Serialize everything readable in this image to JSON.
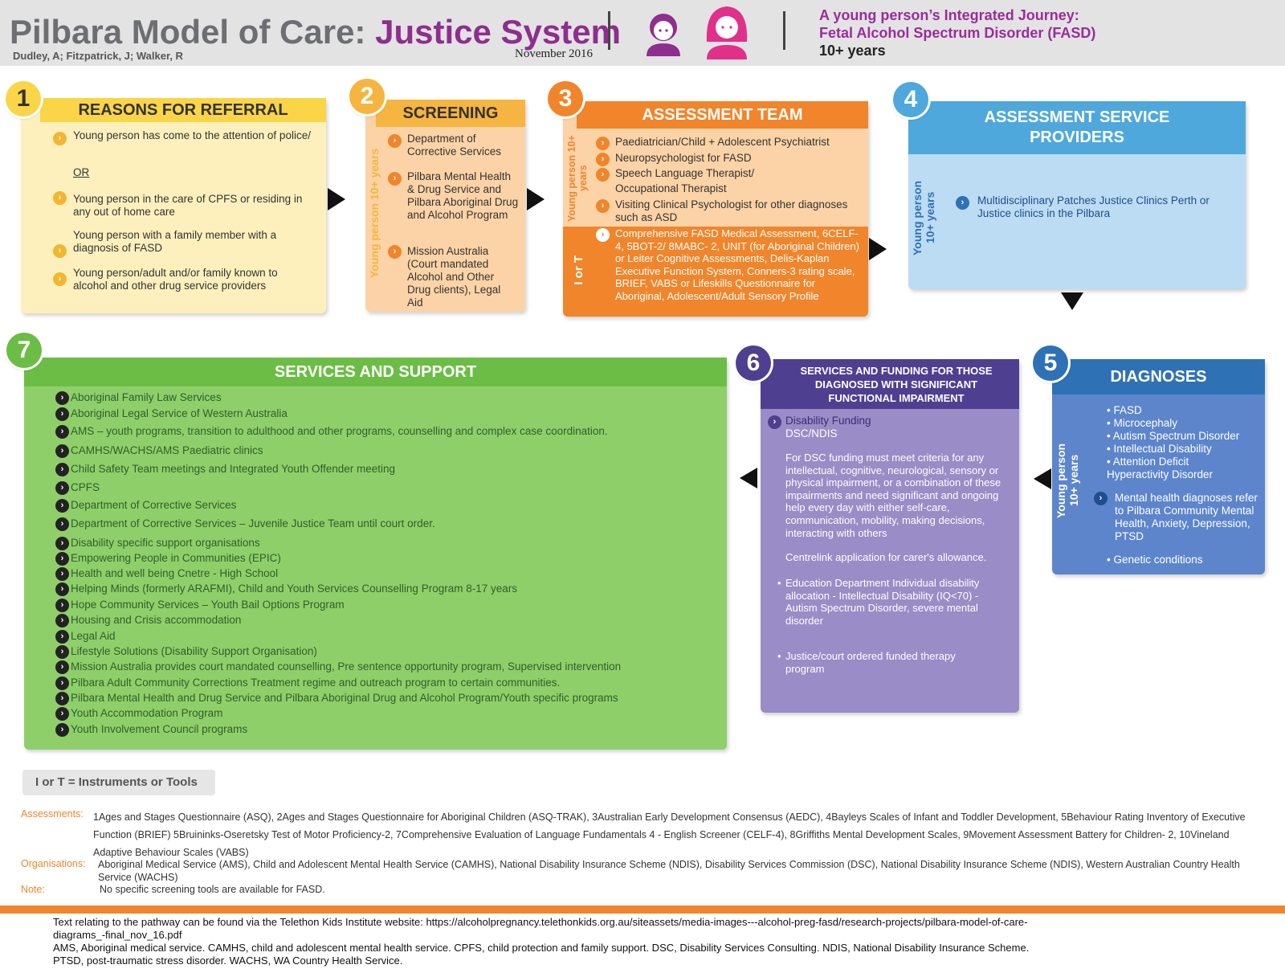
{
  "header": {
    "title_plain": "Pilbara Model of Care: ",
    "title_accent": "Justice System",
    "authors": "Dudley, A; Fitzpatrick, J; Walker, R",
    "date": "November 2016",
    "journey_line1": "A young person’s Integrated Journey:",
    "journey_line2": "Fetal Alcohol Spectrum Disorder (FASD)",
    "journey_line3": "10+ years"
  },
  "colors": {
    "purple": "#8e2e8e",
    "yellow": "#fbd548",
    "yellow_bg": "#fdf0bd",
    "orange": "#f0852b",
    "orange_bg": "#fcd3a6",
    "blue": "#4ea8dc",
    "blue_bg": "#bcdcf3",
    "darkblue": "#2f71b5",
    "green": "#6cbd45",
    "green_bg": "#8fcf6a",
    "violet": "#4f3f90",
    "violet_bg": "#9a8cc6"
  },
  "step1": {
    "number": "1",
    "title": "REASONS FOR REFERRAL",
    "items": [
      "Young person has come to the attention of police/",
      "OR",
      "Young person in the care of CPFS or residing in any out of home care",
      "Young person with a family member with a diagnosis of FASD",
      "Young person/adult and/or family known to alcohol and other drug service providers"
    ]
  },
  "step2": {
    "number": "2",
    "title": "SCREENING",
    "side": "Young person 10+ years",
    "items": [
      "Department of Corrective Services",
      "Pilbara Mental Health & Drug Service and Pilbara Aboriginal Drug and Alcohol Program",
      "Mission Australia (Court mandated Alcohol and Other Drug clients), Legal Aid"
    ]
  },
  "step3": {
    "number": "3",
    "title": "ASSESSMENT TEAM",
    "side": "Young person 10+ years",
    "side2": "I or T",
    "items": [
      "Paediatrician/Child + Adolescent Psychiatrist",
      "Neuropsychologist for FASD",
      "Speech Language Therapist/",
      "Occupational Therapist",
      "Visiting Clinical Psychologist for other diagnoses such as ASD"
    ],
    "tools": "Comprehensive FASD Medical Assessment, 6CELF-4, 5BOT-2/ 8MABC- 2, UNIT (for Aboriginal Children) or Leiter Cognitive Assessments, Delis-Kaplan Executive Function System, Conners-3 rating scale, BRIEF, VABS or Lifeskills Questionnaire for Aboriginal, Adolescent/Adult Sensory Profile"
  },
  "step4": {
    "number": "4",
    "title_line1": "ASSESSMENT SERVICE",
    "title_line2": "PROVIDERS",
    "side": "Young person 10+ years",
    "item": "Multidisciplinary Patches Justice Clinics Perth or Justice clinics in the Pilbara"
  },
  "step5": {
    "number": "5",
    "title": "DIAGNOSES",
    "side": "Young person 10+ years",
    "list": [
      "FASD",
      "Microcephaly",
      "Autism Spectrum Disorder",
      "Intellectual Disability",
      "Attention Deficit Hyperactivity Disorder"
    ],
    "mental": "Mental health diagnoses refer to Pilbara Community Mental Health, Anxiety, Depression, PTSD",
    "genetic": "Genetic conditions"
  },
  "step6": {
    "number": "6",
    "title": "SERVICES AND FUNDING FOR THOSE DIAGNOSED WITH SIGNIFICANT FUNCTIONAL IMPAIRMENT",
    "funding_label": "Disability Funding",
    "funding_sub": "DSC/NDIS",
    "criteria": "For DSC funding must meet criteria for any intellectual, cognitive, neurological, sensory or physical impairment, or a combination of these impairments and need significant and ongoing help every day with either self-care, communication, mobility, making decisions, interacting with others",
    "centrelink": "Centrelink application for carer's allowance.",
    "education": "Education Department Individual disability allocation - Intellectual Disability (IQ<70) - Autism Spectrum Disorder, severe mental disorder",
    "justice": "Justice/court ordered funded therapy program"
  },
  "step7": {
    "number": "7",
    "title": "SERVICES AND SUPPORT",
    "items": [
      "Aboriginal Family Law Services",
      "Aboriginal Legal Service of Western Australia",
      "AMS – youth programs, transition to adulthood and other programs, counselling and complex case coordination.",
      "CAMHS/WACHS/AMS Paediatric clinics",
      "Child Safety Team meetings and Integrated Youth Offender meeting",
      "CPFS",
      "Department of Corrective Services",
      "Department of Corrective Services – Juvenile Justice Team until court order.",
      "Disability specific support organisations",
      "Empowering People in Communities (EPIC)",
      "Health and well being Cnetre - High School",
      "Helping Minds (formerly ARAFMI), Child and Youth Services Counselling Program 8-17 years",
      "Hope Community Services – Youth Bail Options Program",
      "Housing and Crisis accommodation",
      "Legal Aid",
      "Lifestyle Solutions (Disability Support Organisation)",
      "Mission Australia provides court mandated counselling, Pre sentence opportunity program, Supervised intervention",
      "Pilbara Adult Community Corrections Treatment regime and outreach program to certain communities.",
      "Pilbara Mental Health and Drug Service and Pilbara Aboriginal Drug and Alcohol Program/Youth specific programs",
      "Youth Accommodation Program",
      "Youth Involvement Council programs"
    ]
  },
  "legend": "I or T = Instruments or Tools",
  "footnotes": {
    "assessments_label": "Assessments:",
    "assessments": "1Ages and Stages Questionnaire (ASQ), 2Ages and Stages Questionnaire for Aboriginal Children (ASQ-TRAK), 3Australian Early Development Consensus (AEDC), 4Bayleys Scales of Infant and Toddler Development, 5Behaviour Rating Inventory of Executive Function (BRIEF) 5Bruininks-Oseretsky Test of Motor Proficiency-2, 7Comprehensive Evaluation of Language Fundamentals 4 - English Screener (CELF-4), 8Griffiths Mental Development Scales, 9Movement Assessment Battery for Children- 2, 10Vineland Adaptive Behaviour Scales (VABS)",
    "organisations_label": "Organisations:",
    "organisations": "Aboriginal Medical Service (AMS), Child and Adolescent Mental Health Service (CAMHS), National Disability Insurance Scheme (NDIS), Disability Services Commission (DSC), National Disability Insurance Scheme (NDIS), Western Australian Country Health Service (WACHS)",
    "note_label": "Note:",
    "note": "No specific screening tools are available for FASD."
  },
  "caption": {
    "line1": "Text relating to the pathway can be found via the Telethon Kids Institute website: https://alcoholpregnancy.telethonkids.org.au/siteassets/media-images---alcohol-preg-fasd/research-projects/pilbara-model-of-care-diagrams_-final_nov_16.pdf",
    "line2": "AMS, Aboriginal medical service. CAMHS, child and adolescent mental health service. CPFS, child protection and family support. DSC, Disability Services Consulting. NDIS, National Disability Insurance Scheme. PTSD, post-traumatic stress disorder. WACHS, WA Country Health Service."
  }
}
